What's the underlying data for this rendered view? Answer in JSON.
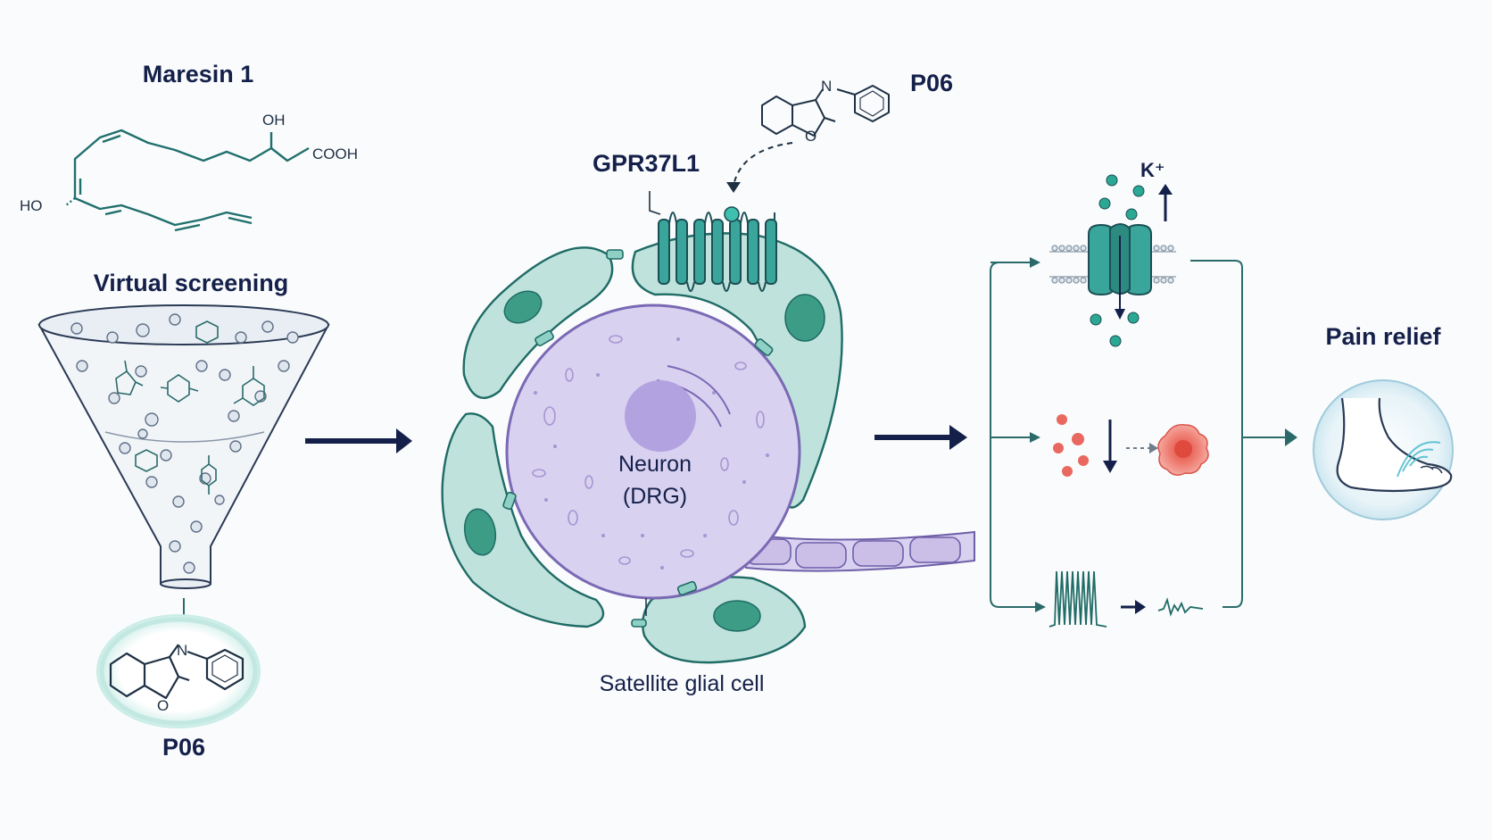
{
  "labels": {
    "maresin": "Maresin 1",
    "oh": "OH",
    "cooh": "COOH",
    "ho": "HO",
    "virtual_screening": "Virtual screening",
    "p06_bottom": "P06",
    "p06_top": "P06",
    "gpr": "GPR37L1",
    "neuron_line1": "Neuron",
    "neuron_line2": "(DRG)",
    "satellite": "Satellite glial cell",
    "potassium": "K⁺",
    "pain_relief": "Pain relief"
  },
  "colors": {
    "navy": "#14204a",
    "teal": "#2a8a86",
    "glia_fill": "#bfe3dc",
    "neuron_fill": "#d9d1f0",
    "nucleus": "#b3a2e0",
    "red": "#e9685f"
  }
}
